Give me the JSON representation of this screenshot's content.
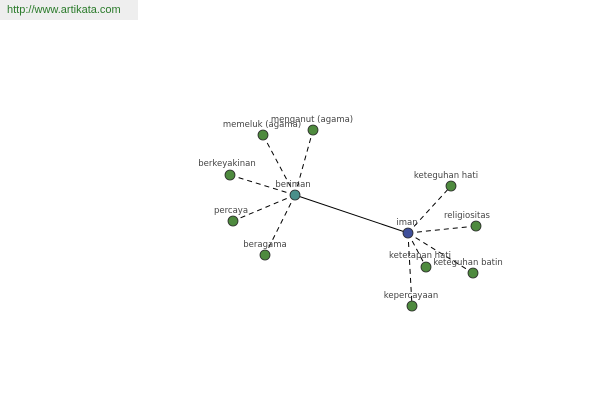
{
  "source_url": "http://www.artikata.com",
  "colors": {
    "hub_beriman": "#4a8f8a",
    "hub_iman": "#3f4f9a",
    "leaf": "#4e8a3e",
    "node_stroke": "#2a2a2a",
    "edge": "#000000",
    "url_text": "#2a7a2a",
    "url_background": "#eeeeee"
  },
  "graph": {
    "nodes": [
      {
        "id": "beriman",
        "label": "beriman",
        "kind": "hub"
      },
      {
        "id": "iman",
        "label": "iman",
        "kind": "hub"
      },
      {
        "id": "memeluk",
        "label": "memeluk (agama)",
        "kind": "leaf"
      },
      {
        "id": "menganut",
        "label": "menganut (agama)",
        "kind": "leaf"
      },
      {
        "id": "berkeyakinan",
        "label": "berkeyakinan",
        "kind": "leaf"
      },
      {
        "id": "percaya",
        "label": "percaya",
        "kind": "leaf"
      },
      {
        "id": "beragama",
        "label": "beragama",
        "kind": "leaf"
      },
      {
        "id": "keteguhan_hati",
        "label": "keteguhan hati",
        "kind": "leaf"
      },
      {
        "id": "religiositas",
        "label": "religiositas",
        "kind": "leaf"
      },
      {
        "id": "ketetapan_hati",
        "label": "ketetapan hati",
        "kind": "leaf"
      },
      {
        "id": "keteguhan_batin",
        "label": "keteguhan batin",
        "kind": "leaf"
      },
      {
        "id": "kepercayaan",
        "label": "kepercayaan",
        "kind": "leaf"
      }
    ],
    "edges": [
      {
        "from": "beriman",
        "to": "iman",
        "style": "solid"
      },
      {
        "from": "beriman",
        "to": "memeluk",
        "style": "dashed"
      },
      {
        "from": "beriman",
        "to": "menganut",
        "style": "dashed"
      },
      {
        "from": "beriman",
        "to": "berkeyakinan",
        "style": "dashed"
      },
      {
        "from": "beriman",
        "to": "percaya",
        "style": "dashed"
      },
      {
        "from": "beriman",
        "to": "beragama",
        "style": "dashed"
      },
      {
        "from": "iman",
        "to": "keteguhan_hati",
        "style": "dashed"
      },
      {
        "from": "iman",
        "to": "religiositas",
        "style": "dashed"
      },
      {
        "from": "iman",
        "to": "ketetapan_hati",
        "style": "dashed"
      },
      {
        "from": "iman",
        "to": "keteguhan_batin",
        "style": "dashed"
      },
      {
        "from": "iman",
        "to": "kepercayaan",
        "style": "dashed"
      }
    ]
  }
}
